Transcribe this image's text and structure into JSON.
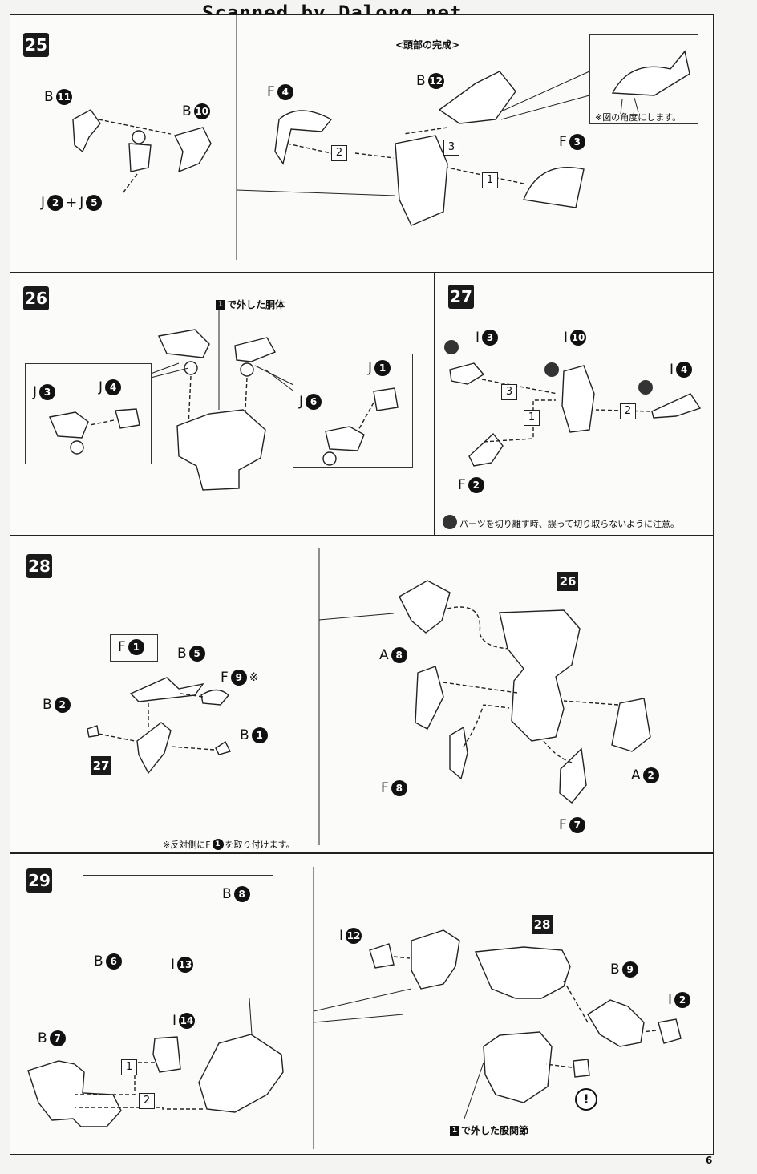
{
  "header": {
    "scan_credit": "Scanned by Dalong.net"
  },
  "page_number": "6",
  "steps": {
    "s25": {
      "number": "25",
      "subtitle": "<頭部の完成>",
      "labels": {
        "b11": {
          "letter": "B",
          "num": "11"
        },
        "b10": {
          "letter": "B",
          "num": "10"
        },
        "j2": {
          "letter": "J",
          "num": "2"
        },
        "plus": "+",
        "j5": {
          "letter": "J",
          "num": "5"
        },
        "f4": {
          "letter": "F",
          "num": "4"
        },
        "b12": {
          "letter": "B",
          "num": "12"
        },
        "f3": {
          "letter": "F",
          "num": "3"
        }
      },
      "order": [
        "1",
        "2",
        "3"
      ],
      "inset_note": "※図の角度にします。"
    },
    "s26": {
      "number": "26",
      "caption": "で外した胴体",
      "caption_ref": "1",
      "labels": {
        "j3": {
          "letter": "J",
          "num": "3"
        },
        "j4": {
          "letter": "J",
          "num": "4"
        },
        "j1": {
          "letter": "J",
          "num": "1"
        },
        "j6": {
          "letter": "J",
          "num": "6"
        }
      }
    },
    "s27": {
      "number": "27",
      "labels": {
        "i3": {
          "letter": "I",
          "num": "3"
        },
        "i10": {
          "letter": "I",
          "num": "10"
        },
        "i4": {
          "letter": "I",
          "num": "4"
        },
        "f2": {
          "letter": "F",
          "num": "2"
        }
      },
      "order": [
        "1",
        "2",
        "3"
      ],
      "caution": "パーツを切り離す時、誤って切り取らないように注意。"
    },
    "s28": {
      "number": "28",
      "labels": {
        "f1": {
          "letter": "F",
          "num": "1"
        },
        "b5": {
          "letter": "B",
          "num": "5"
        },
        "f9": {
          "letter": "F",
          "num": "9",
          "mark": "※"
        },
        "b2": {
          "letter": "B",
          "num": "2"
        },
        "b1": {
          "letter": "B",
          "num": "1"
        },
        "a8": {
          "letter": "A",
          "num": "8"
        },
        "a2": {
          "letter": "A",
          "num": "2"
        },
        "f8": {
          "letter": "F",
          "num": "8"
        },
        "f7": {
          "letter": "F",
          "num": "7"
        }
      },
      "ref_prev": "27",
      "ref_main": "26",
      "note_prefix": "※反対側にF",
      "note_num": "1",
      "note_suffix": "を取り付けます。"
    },
    "s29": {
      "number": "29",
      "labels": {
        "b8": {
          "letter": "B",
          "num": "8"
        },
        "b6": {
          "letter": "B",
          "num": "6"
        },
        "i13": {
          "letter": "I",
          "num": "13"
        },
        "b7": {
          "letter": "B",
          "num": "7"
        },
        "i14": {
          "letter": "I",
          "num": "14"
        },
        "i12": {
          "letter": "I",
          "num": "12"
        },
        "b9": {
          "letter": "B",
          "num": "9"
        },
        "i2": {
          "letter": "I",
          "num": "2"
        }
      },
      "order": [
        "1",
        "2"
      ],
      "ref_main": "28",
      "caption": "で外した股関節",
      "caption_ref": "1",
      "warning_mark": "!"
    }
  }
}
